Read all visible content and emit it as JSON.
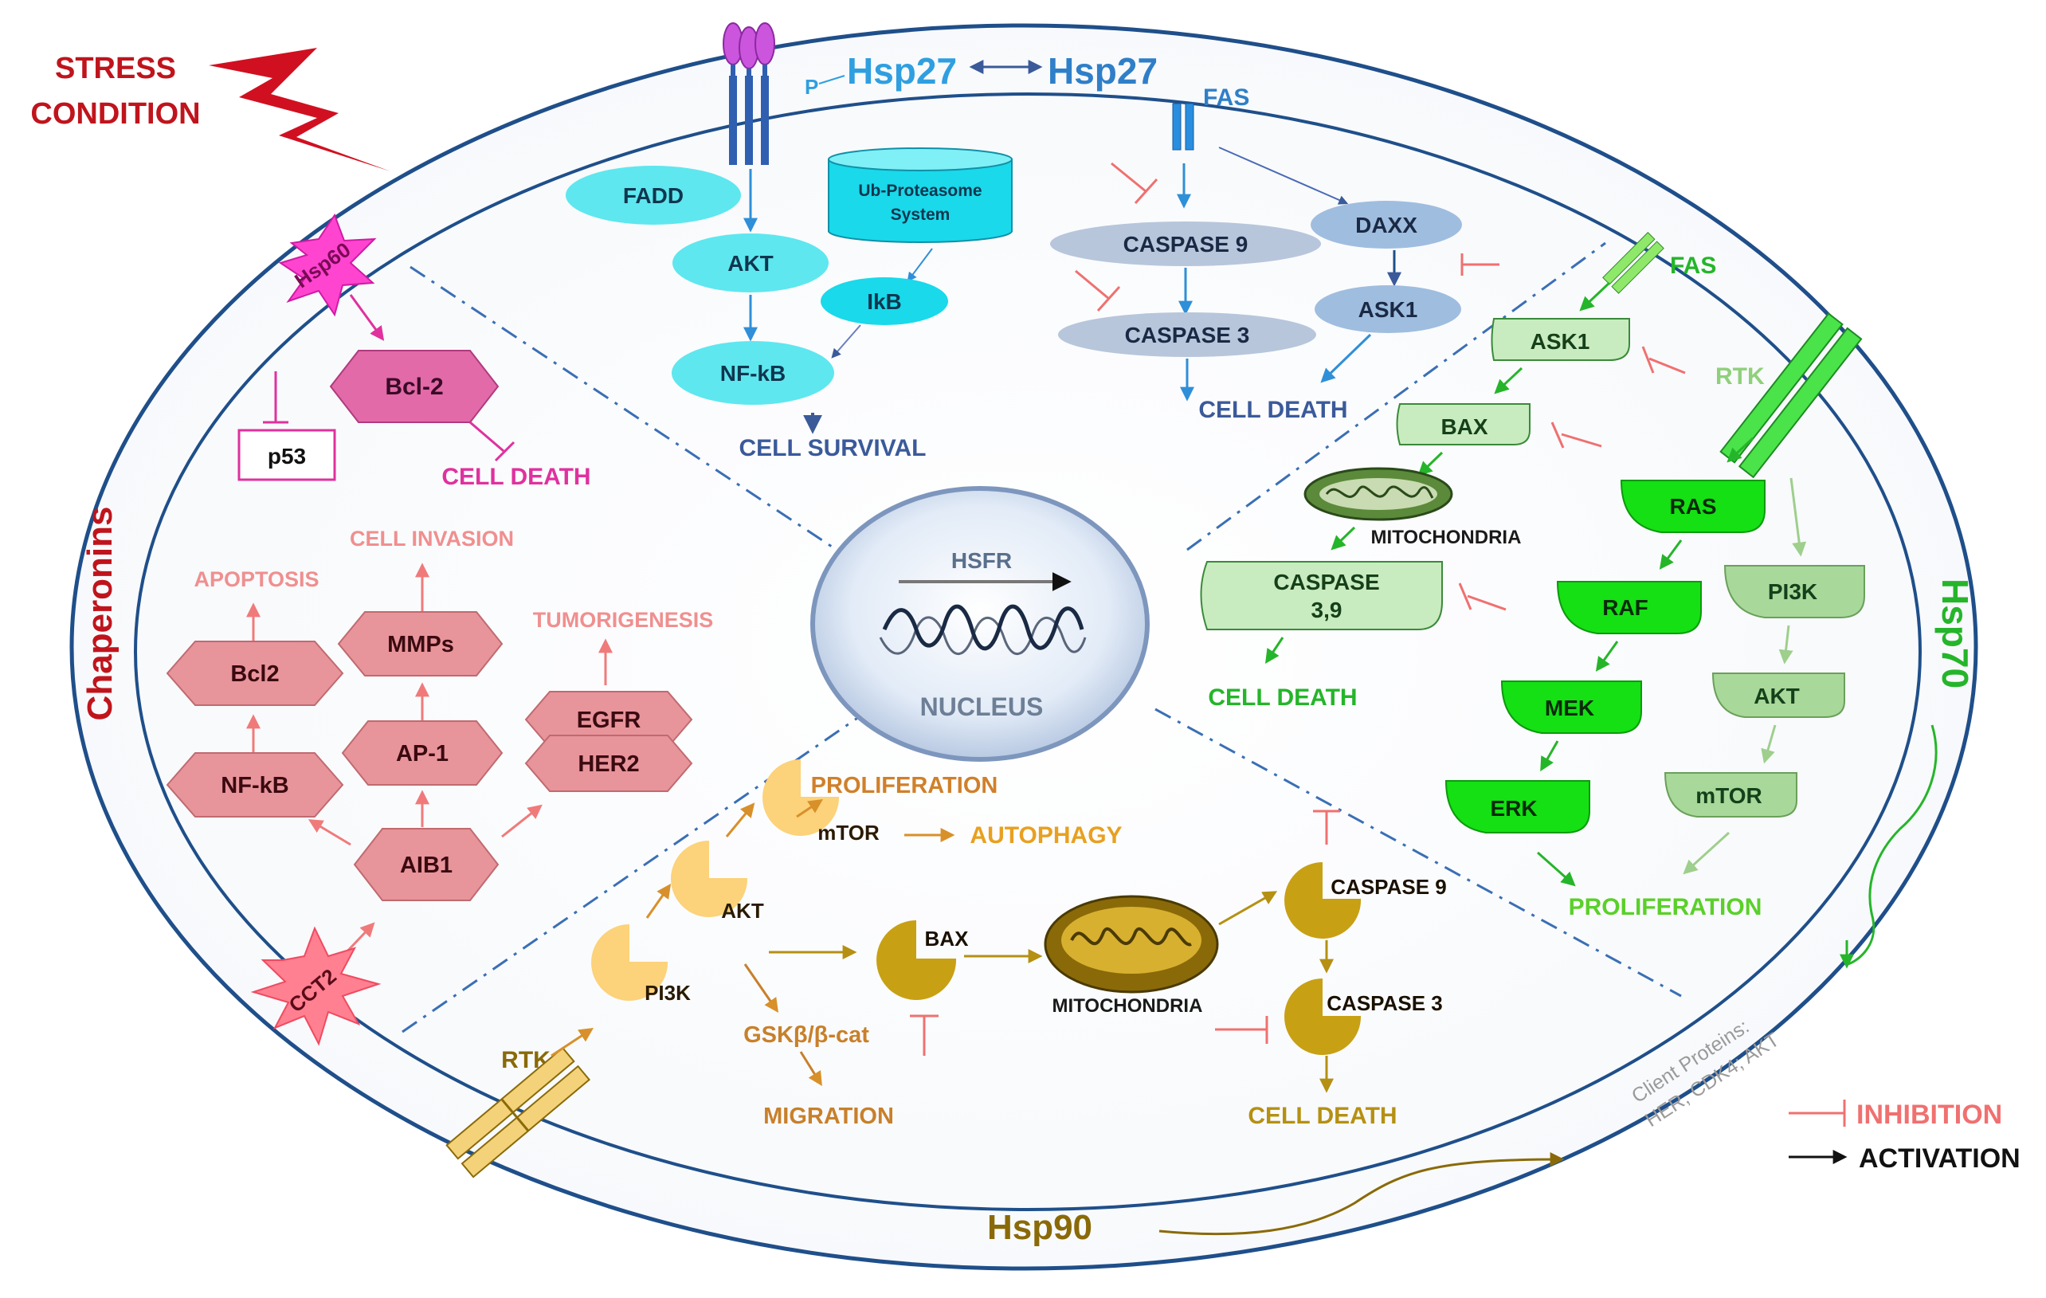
{
  "stress": {
    "line1": "STRESS",
    "line2": "CONDITION"
  },
  "chaperonins": "Chaperonins",
  "nucleus": {
    "hsfr": "HSFR",
    "label": "NUCLEUS"
  },
  "hsp27": {
    "p_label": "P",
    "left": "Hsp27",
    "right": "Hsp27",
    "fadd": "FADD",
    "akt": "AKT",
    "nfkb": "NF-kB",
    "ikb": "IkB",
    "ub_line1": "Ub-Proteasome",
    "ub_line2": "System",
    "cell_survival": "CELL SURVIVAL",
    "fas": "FAS",
    "caspase9": "CASPASE 9",
    "caspase3": "CASPASE 3",
    "daxx": "DAXX",
    "ask1": "ASK1",
    "cell_death": "CELL DEATH"
  },
  "hsp60": {
    "star": "Hsp60",
    "bcl2": "Bcl-2",
    "p53": "p53",
    "cell_death": "CELL DEATH"
  },
  "cct2": {
    "star": "CCT2",
    "apoptosis": "APOPTOSIS",
    "cell_invasion": "CELL INVASION",
    "tumorigenesis": "TUMORIGENESIS",
    "bcl2": "Bcl2",
    "mmps": "MMPs",
    "ap1": "AP-1",
    "nfkb": "NF-kB",
    "egfr": "EGFR",
    "her2": "HER2",
    "aib1": "AIB1"
  },
  "hsp70": {
    "label": "Hsp70",
    "fas": "FAS",
    "rtk": "RTK",
    "ask1": "ASK1",
    "bax": "BAX",
    "mitochondria": "MITOCHONDRIA",
    "caspase_line1": "CASPASE",
    "caspase_line2": "3,9",
    "cell_death": "CELL DEATH",
    "ras": "RAS",
    "raf": "RAF",
    "mek": "MEK",
    "erk": "ERK",
    "pi3k": "PI3K",
    "akt": "AKT",
    "mtor": "mTOR",
    "proliferation": "PROLIFERATION"
  },
  "hsp90": {
    "label": "Hsp90",
    "rtk": "RTK",
    "pi3k": "PI3K",
    "akt": "AKT",
    "mtor": "mTOR",
    "proliferation": "PROLIFERATION",
    "autophagy": "AUTOPHAGY",
    "gsk": "GSKβ/β-cat",
    "migration": "MIGRATION",
    "bax": "BAX",
    "mitochondria": "MITOCHONDRIA",
    "caspase9": "CASPASE 9",
    "caspase3": "CASPASE 3",
    "cell_death": "CELL DEATH",
    "client_line1": "Client Proteins:",
    "client_line2": "HER, CDK4; AKT"
  },
  "legend": {
    "inhibition": "INHIBITION",
    "activation": "ACTIVATION"
  },
  "colors": {
    "stress": "#c0141c",
    "hsp27": "#2f7fc8",
    "hsp60": "#e0319e",
    "cct2": "#e88080",
    "hsp70": "#25b52a",
    "hsp90": "#8a6a08",
    "inhibit": "#f07070"
  }
}
